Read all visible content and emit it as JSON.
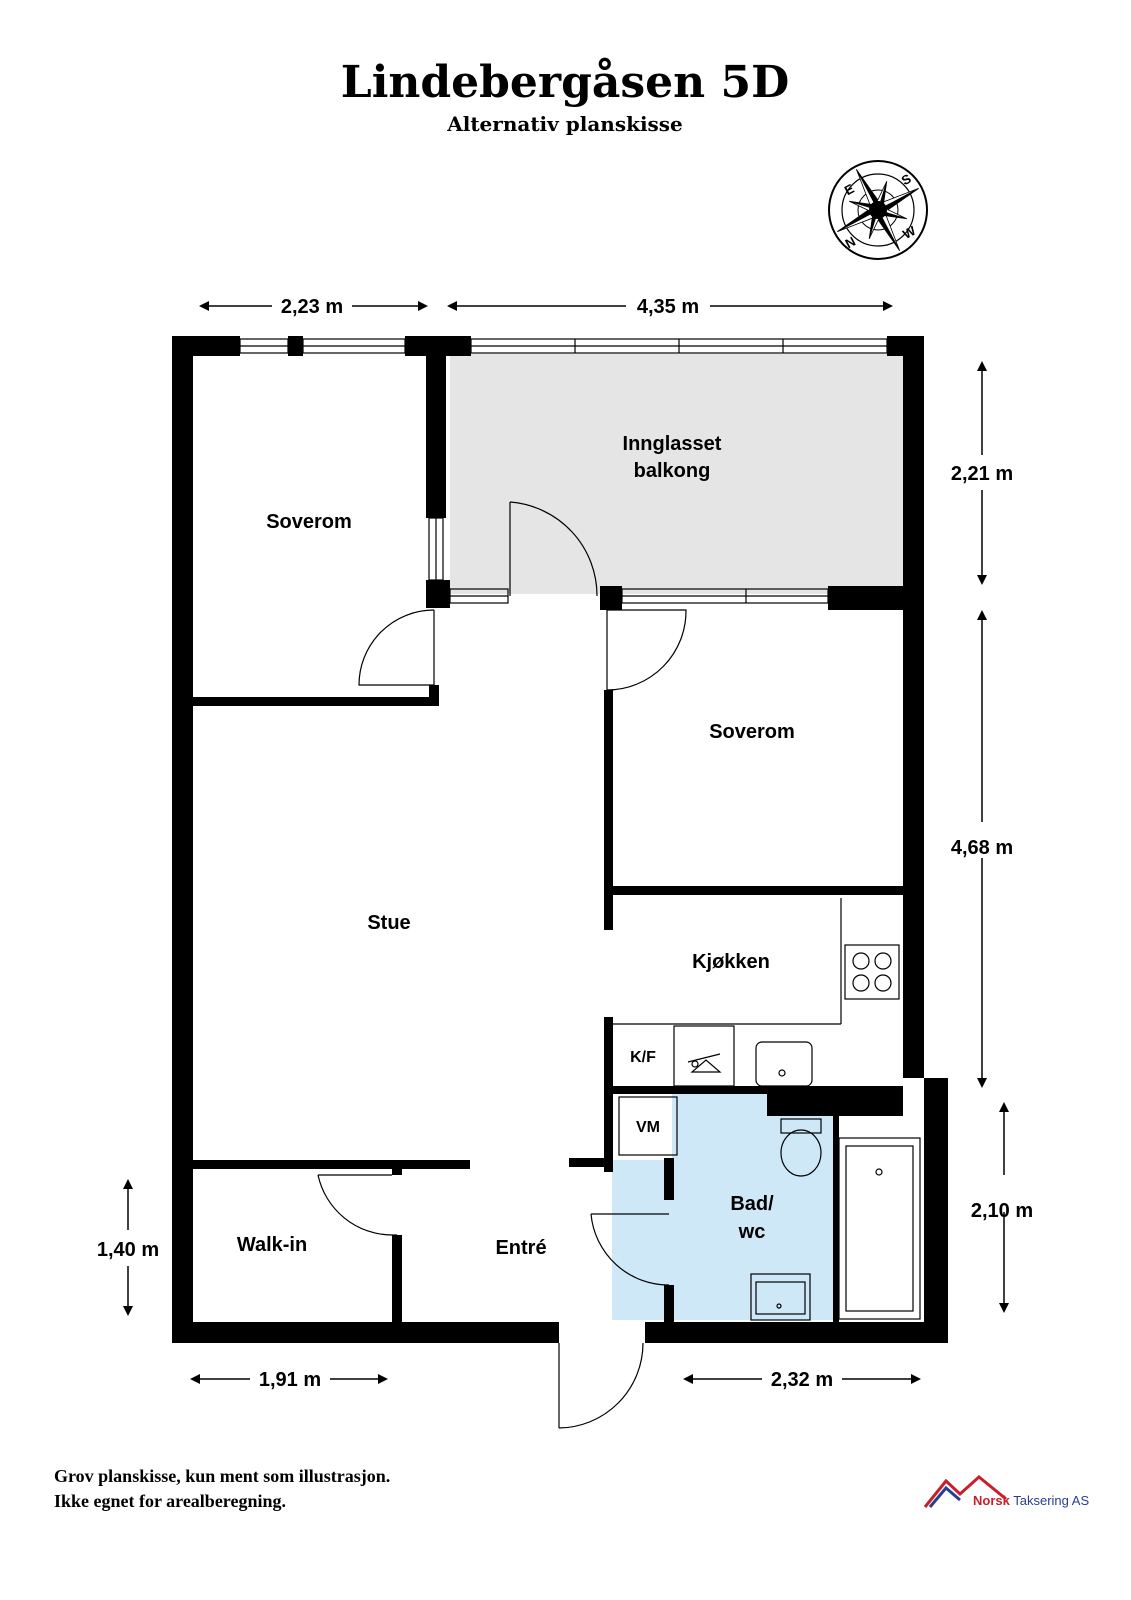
{
  "title": "Lindebergåsen 5D",
  "subtitle": "Alternativ planskisse",
  "compass": {
    "e": "E",
    "s": "S",
    "n": "N",
    "w": "W"
  },
  "rooms": {
    "bedroom_left": "Soverom",
    "balcony_line1": "Innglasset",
    "balcony_line2": "balkong",
    "bedroom_right": "Soverom",
    "living": "Stue",
    "kitchen": "Kjøkken",
    "fridge": "K/F",
    "washer": "VM",
    "bath_line1": "Bad/",
    "bath_line2": "wc",
    "walkin": "Walk-in",
    "entry": "Entré"
  },
  "dimensions": {
    "top_left": "2,23 m",
    "top_right": "4,35 m",
    "right_top": "2,21 m",
    "right_middle": "4,68 m",
    "right_bottom": "2,10 m",
    "left_bottom": "1,40 m",
    "bottom_left": "1,91 m",
    "bottom_right": "2,32 m"
  },
  "disclaimer": {
    "line1": "Grov planskisse, kun ment som illustrasjon.",
    "line2": "Ikke egnet for arealberegning."
  },
  "logo": {
    "part1": "Norsk",
    "part2": " Taksering AS"
  },
  "colors": {
    "balcony_fill": "#e5e5e5",
    "bath_fill": "#cfe8f8",
    "wall": "#000000",
    "logo_red": "#c8202a",
    "logo_blue": "#2a3d8f"
  }
}
